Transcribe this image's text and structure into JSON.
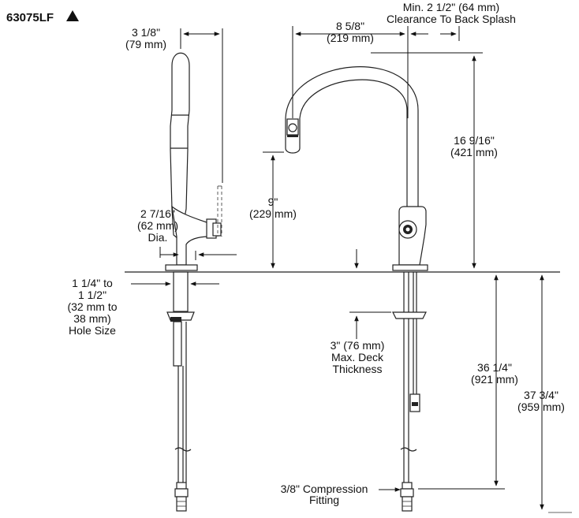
{
  "model": "63075LF",
  "dimensions": {
    "width_top": [
      "3 1/8\"",
      "(79 mm)"
    ],
    "spout_reach": [
      "8 5/8\"",
      "(219 mm)"
    ],
    "clearance": [
      "Min. 2 1/2\" (64 mm)",
      "Clearance To Back Splash"
    ],
    "spout_height": [
      "16 9/16\"",
      "(421 mm)"
    ],
    "aerator_height": [
      "9\"",
      "(229 mm)"
    ],
    "base_dia": [
      "2 7/16\"",
      "(62 mm)",
      "Dia."
    ],
    "hole_size": [
      "1 1/4\" to",
      "1 1/2\"",
      "(32 mm to",
      "38 mm)",
      "Hole Size"
    ],
    "deck_thickness": [
      "3\" (76 mm)",
      "Max. Deck",
      "Thickness"
    ],
    "below_deck": [
      "36 1/4\"",
      "(921 mm)"
    ],
    "overall": [
      "37 3/4\"",
      "(959 mm)"
    ],
    "compression": [
      "3/8\" Compression",
      "Fitting"
    ]
  }
}
